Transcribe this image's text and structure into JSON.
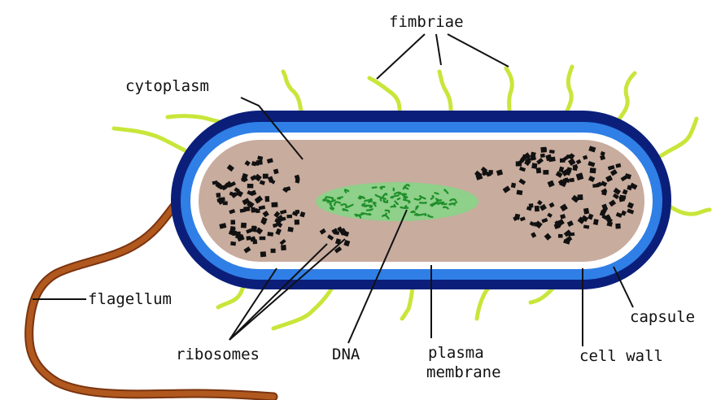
{
  "labels": {
    "fimbriae": "fimbriae",
    "cytoplasm": "cytoplasm",
    "flagellum": "flagellum",
    "ribosomes": "ribosomes",
    "dna": "DNA",
    "plasma_line1": "plasma",
    "plasma_line2": "membrane",
    "cell_wall": "cell wall",
    "capsule": "capsule"
  },
  "colors": {
    "capsule": "#0b1f7a",
    "cell_wall": "#2f7fe6",
    "plasma_membrane": "#ffffff",
    "cytoplasm": "#c8ac9e",
    "dna": "#1f8f2a",
    "ribosomes": "#111111",
    "flagellum": "#a8501a",
    "fimbriae": "#c8e63a",
    "leader_lines": "#111111"
  }
}
